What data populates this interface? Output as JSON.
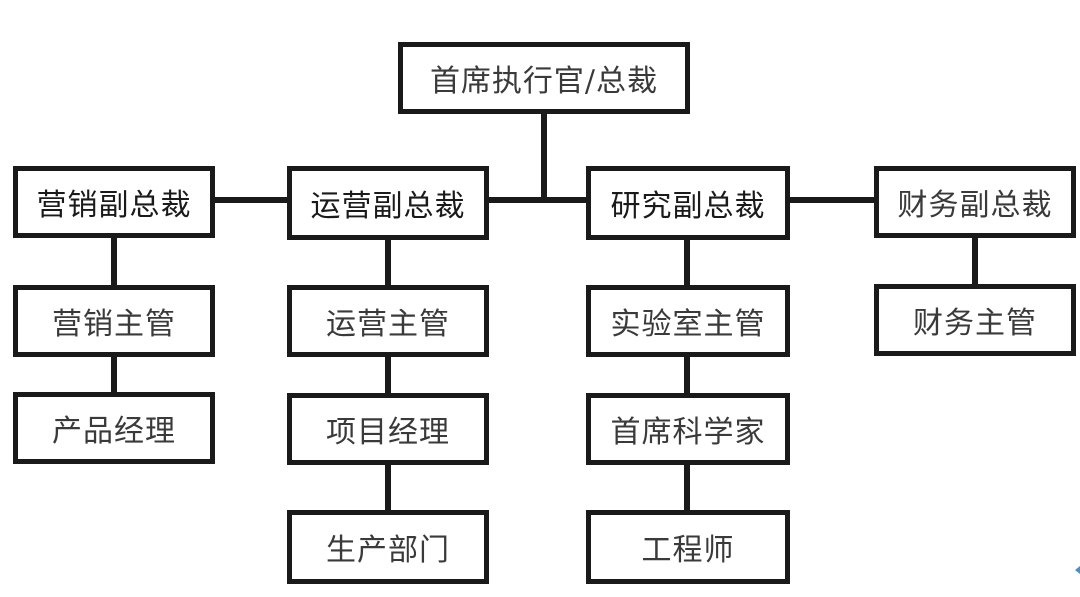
{
  "org_chart": {
    "ceo": "首席执行官/总裁",
    "vps": {
      "marketing": "营销副总裁",
      "operations": "运营副总裁",
      "research": "研究副总裁",
      "finance": "财务副总裁"
    },
    "marketing": {
      "manager": "营销主管",
      "product_manager": "产品经理"
    },
    "operations": {
      "manager": "运营主管",
      "project_manager": "项目经理",
      "production": "生产部门"
    },
    "research": {
      "lab_manager": "实验室主管",
      "chief_scientist": "首席科学家",
      "engineer": "工程师"
    },
    "finance": {
      "manager": "财务主管"
    }
  }
}
